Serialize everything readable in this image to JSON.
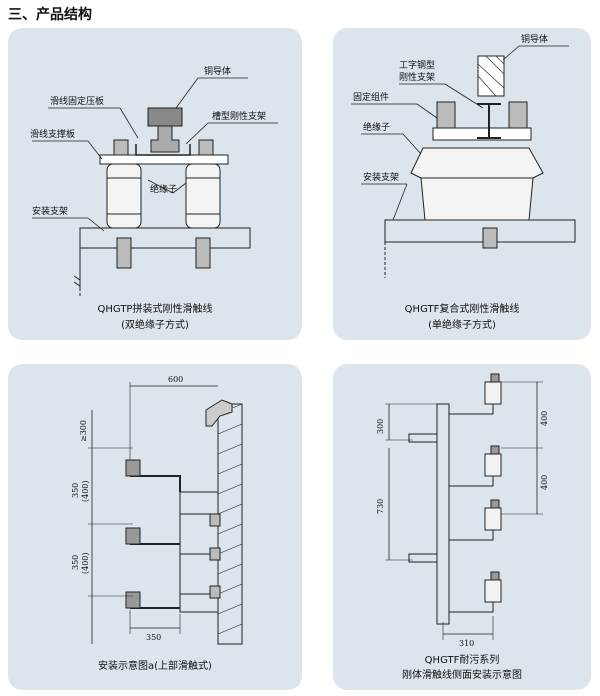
{
  "page": {
    "heading": "三、产品结构"
  },
  "panels": [
    {
      "labels": {
        "copper": "铜导体",
        "clamp_plate": "滑线固定压板",
        "channel_bracket": "槽型刚性支架",
        "support_plate": "滑线支撑板",
        "insulator": "绝缘子",
        "mount_bracket": "安装支架"
      },
      "caption_line1": "QHGTP拼装式刚性滑触线",
      "caption_line2": "(双绝缘子方式)"
    },
    {
      "labels": {
        "copper": "铜导体",
        "i_beam_1": "工字钢型",
        "i_beam_2": "刚性支架",
        "fix_assembly": "固定组件",
        "insulator": "绝缘子",
        "mount_bracket": "安装支架"
      },
      "caption_line1": "QHGTF复合式刚性滑触线",
      "caption_line2": "(单绝缘子方式)"
    },
    {
      "dims": {
        "d600": "600",
        "d300": "≥300",
        "d350a": "350",
        "d400a": "(400)",
        "d350b": "350",
        "d400b": "(400)",
        "d350c": "350"
      },
      "caption_line1": "安装示意图a(上部滑触式)"
    },
    {
      "dims": {
        "d300": "300",
        "d730": "730",
        "d400a": "400",
        "d400b": "400",
        "d310": "310"
      },
      "caption_line1": "QHGTF耐污系列",
      "caption_line2": "刚体滑触线侧面安装示意图"
    }
  ]
}
